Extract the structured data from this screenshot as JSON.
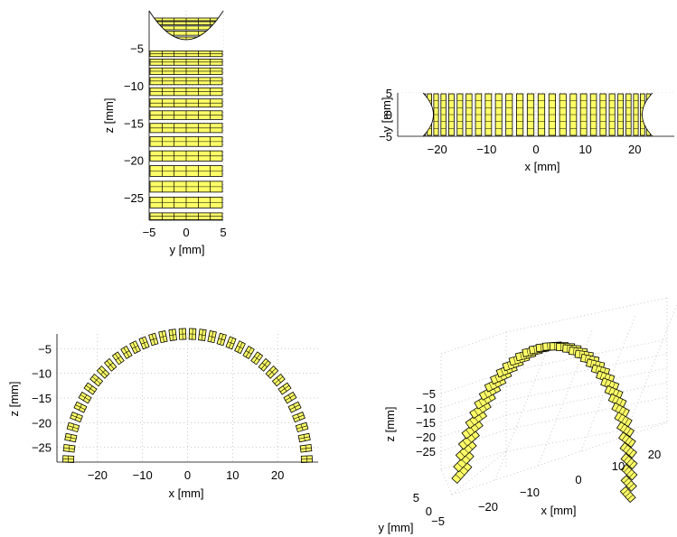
{
  "colors": {
    "block_fill": "#ffff66",
    "block_stroke": "#000000",
    "grid": "#bdbdbd"
  },
  "chart_data": [
    {
      "id": "side-view-yz",
      "type": "scatter",
      "view": "y-z projection",
      "xlabel": "y [mm]",
      "ylabel": "z [mm]",
      "xlim": [
        -5,
        5
      ],
      "ylim": [
        -28,
        0
      ],
      "xticks": [
        "−5",
        "0",
        "5"
      ],
      "yticks": [
        "−5",
        "−10",
        "−15",
        "−20",
        "−25"
      ],
      "grid": true
    },
    {
      "id": "top-view-xy",
      "type": "scatter",
      "view": "x-y projection",
      "xlabel": "x [mm]",
      "ylabel": "y [mm]",
      "xlim": [
        -28,
        28
      ],
      "ylim": [
        -5,
        5
      ],
      "xticks": [
        "−20",
        "−10",
        "0",
        "10",
        "20"
      ],
      "yticks": [
        "5",
        "0",
        "−5"
      ],
      "grid": true
    },
    {
      "id": "front-view-xz",
      "type": "scatter",
      "view": "x-z projection",
      "xlabel": "x [mm]",
      "ylabel": "z [mm]",
      "xlim": [
        -29,
        29
      ],
      "ylim": [
        -28,
        -2
      ],
      "xticks": [
        "−20",
        "−10",
        "0",
        "10",
        "20"
      ],
      "yticks": [
        "−5",
        "−10",
        "−15",
        "−20",
        "−25"
      ],
      "grid": true,
      "arc_radius_mm": 26.5,
      "block_count": 38
    },
    {
      "id": "iso-view-3d",
      "type": "scatter",
      "view": "3-D",
      "xlabel": "x [mm]",
      "ylabel": "y [mm]",
      "zlabel": "z [mm]",
      "xticks": [
        "−20",
        "−10",
        "0",
        "10",
        "20"
      ],
      "yticks": [
        "5",
        "0",
        "−5"
      ],
      "zticks": [
        "−5",
        "−10",
        "−15",
        "−20",
        "−25"
      ],
      "grid": true
    }
  ]
}
